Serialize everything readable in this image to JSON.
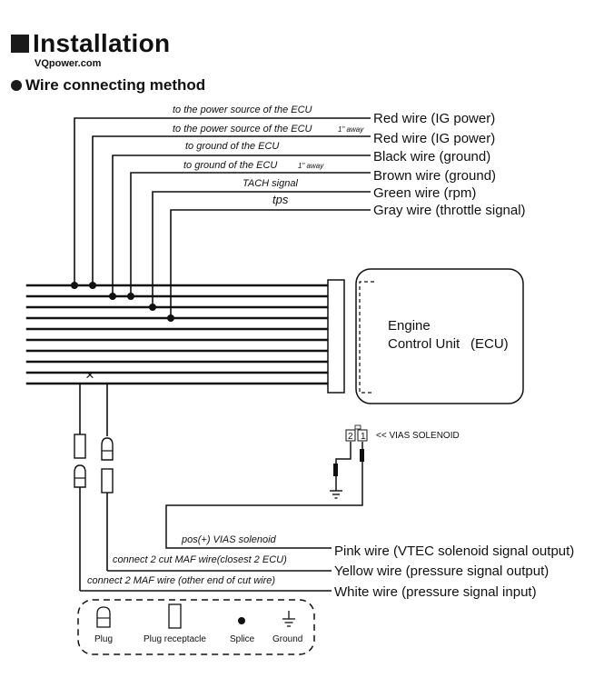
{
  "header": {
    "title": "Installation",
    "site": "VQpower.com",
    "subtitle": "Wire connecting method"
  },
  "top_wires": [
    {
      "note": "to the power source of the ECU",
      "extra": "",
      "label": "Red wire (IG power)"
    },
    {
      "note": "to the power source of the ECU",
      "extra": "1\" away",
      "label": "Red wire (IG power)"
    },
    {
      "note": "to ground of the ECU",
      "extra": "",
      "label": "Black wire (ground)"
    },
    {
      "note": "to ground of the ECU",
      "extra": "1\" away",
      "label": "Brown wire (ground)"
    },
    {
      "note": "TACH signal",
      "extra": "",
      "label": "Green wire (rpm)"
    },
    {
      "note": "tps",
      "extra": "",
      "label": "Gray wire (throttle signal)"
    }
  ],
  "ecu": {
    "line1": "Engine",
    "line2": "Control Unit",
    "line3": "(ECU)"
  },
  "vias": {
    "label": "<< VIAS SOLENOID",
    "pin_left": "2",
    "pin_right": "1"
  },
  "bottom_wires": [
    {
      "note": "pos(+) VIAS solenoid",
      "label": "Pink wire (VTEC solenoid signal output)"
    },
    {
      "note": "connect 2 cut MAF wire(closest 2 ECU)",
      "label": "Yellow wire (pressure signal output)"
    },
    {
      "note": "connect 2 MAF wire (other end of cut wire)",
      "label": "White wire (pressure signal input)"
    }
  ],
  "cut_mark": "×",
  "legend": {
    "plug": "Plug",
    "receptacle": "Plug receptacle",
    "splice": "Splice",
    "ground": "Ground"
  }
}
